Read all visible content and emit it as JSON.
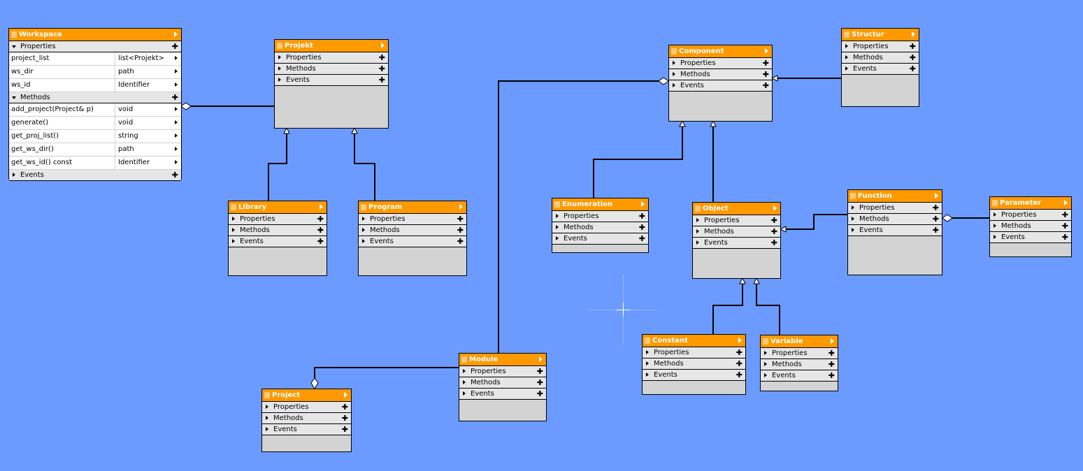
{
  "section_labels": {
    "properties": "Properties",
    "methods": "Methods",
    "events": "Events"
  },
  "workspace": {
    "title": "Workspace",
    "properties": [
      {
        "name": "project_list",
        "type": "list<Projekt>"
      },
      {
        "name": "ws_dir",
        "type": "path"
      },
      {
        "name": "ws_id",
        "type": "Identifier"
      }
    ],
    "methods": [
      {
        "name": "add_project(Project& p)",
        "type": "void"
      },
      {
        "name": "generate()",
        "type": "void"
      },
      {
        "name": "get_proj_list()",
        "type": "string"
      },
      {
        "name": "get_ws_dir()",
        "type": "path"
      },
      {
        "name": "get_ws_id() const",
        "type": "Identifier"
      }
    ]
  },
  "classes": {
    "projekt": "Projekt",
    "library": "Library",
    "program": "Program",
    "component": "Component",
    "structur": "Structur",
    "enumeration": "Enumeration",
    "object": "Object",
    "function": "Function",
    "parameter": "Parameter",
    "constant": "Constant",
    "variable": "Variable",
    "module": "Module",
    "project": "Project"
  },
  "colors": {
    "canvas": "#6b9bff",
    "header": "#ff9900",
    "body": "#d3d3d3",
    "section": "#e6e6e6",
    "line": "#000000"
  },
  "icons": [
    "grip-icon",
    "expand-arrow-icon",
    "collapse-arrow-icon",
    "add-icon",
    "crosshair-cursor-icon"
  ]
}
